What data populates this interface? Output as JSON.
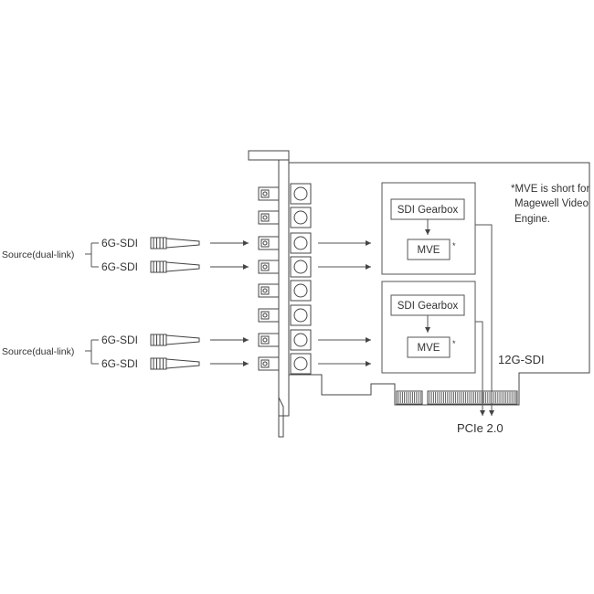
{
  "sources": [
    {
      "label": "Source(dual-link)",
      "links": [
        "6G-SDI",
        "6G-SDI"
      ]
    },
    {
      "label": "Source(dual-link)",
      "links": [
        "6G-SDI",
        "6G-SDI"
      ]
    }
  ],
  "blocks": [
    {
      "gearbox": "SDI Gearbox",
      "mve": "MVE",
      "mark": "*"
    },
    {
      "gearbox": "SDI Gearbox",
      "mve": "MVE",
      "mark": "*"
    }
  ],
  "note": [
    "*MVE is short for",
    "Magewell Video",
    "Engine."
  ],
  "output_label": "12G-SDI",
  "bus_label": "PCIe 2.0"
}
